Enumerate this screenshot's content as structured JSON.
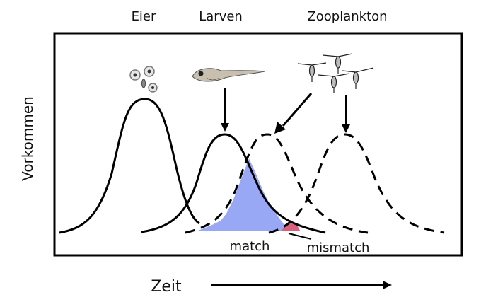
{
  "labels": {
    "eggs": "Eier",
    "larvae": "Larven",
    "zooplankton": "Zooplankton",
    "y_axis": "Vorkommen",
    "x_axis": "Zeit",
    "match": "match",
    "mismatch": "mismatch"
  },
  "colors": {
    "match_fill": "#99a8f5",
    "mismatch_fill": "#d9607a",
    "line": "#000000"
  },
  "icons": [
    "fish-eggs-icon",
    "fish-larva-icon",
    "zooplankton-icon"
  ]
}
